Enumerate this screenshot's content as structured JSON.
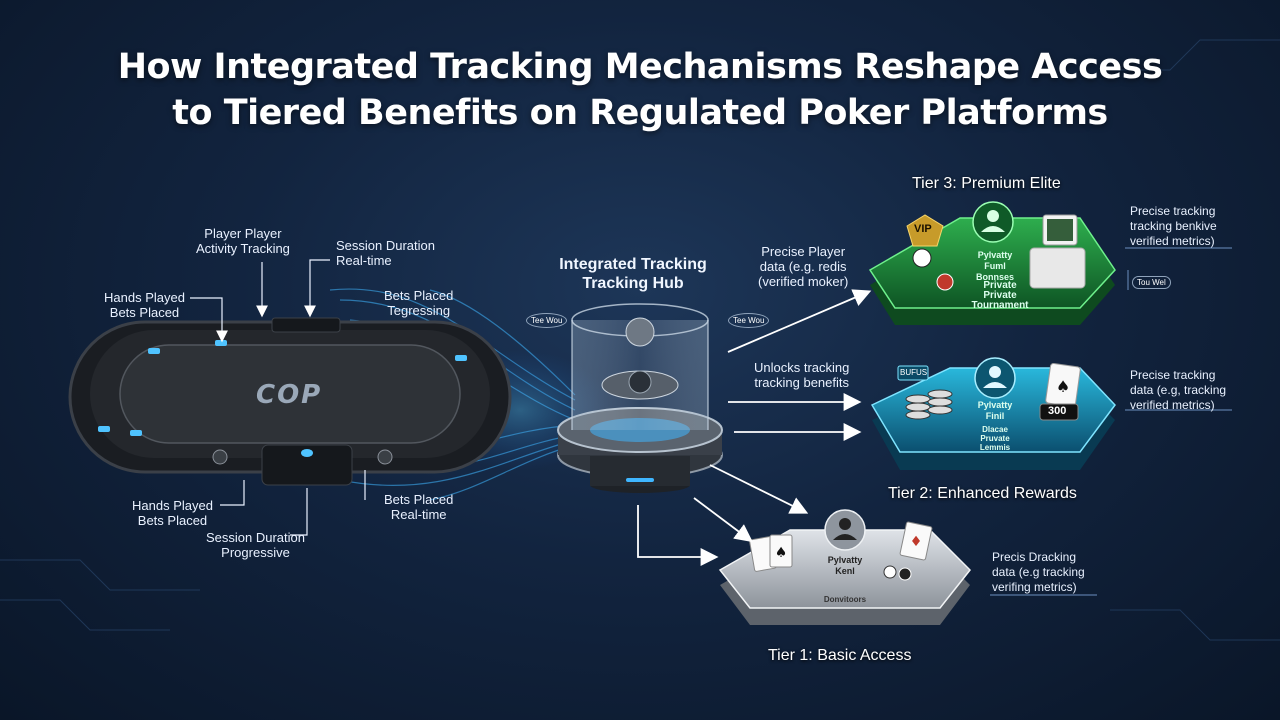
{
  "title": {
    "line1": "How Integrated Tracking Mechanisms Reshape Access",
    "line2": "to Tiered Benefits on Regulated Poker Platforms"
  },
  "table": {
    "logo_text": "COP",
    "labels": {
      "player_activity": [
        "Player Player",
        "Activity Tracking"
      ],
      "session_top": [
        "Session Duration",
        "Real-time"
      ],
      "hands_top": [
        "Hands Played",
        "Bets Placed"
      ],
      "bets_top": [
        "Bets Placed",
        "Tegressing"
      ],
      "hands_bottom": [
        "Hands Played",
        "Bets Placed"
      ],
      "bets_bottom": [
        "Bets Placed",
        "Real-time"
      ],
      "session_bottom": [
        "Session Duration",
        "Progressive"
      ]
    }
  },
  "hub": {
    "title": [
      "Integrated Tracking",
      "Tracking Hub"
    ],
    "tag_left": "Tee Wou",
    "tag_right": "Tee Wou"
  },
  "flows": {
    "to_tier3": [
      "Precise Player",
      "data (e.g. redis",
      "(verified moker)"
    ],
    "to_tier2": [
      "Unlocks tracking",
      "tracking benefits"
    ]
  },
  "tiers": {
    "tier3": {
      "title": "Tier 3: Premium Elite",
      "vip": "VIP",
      "plate_lines": [
        "Pylvatty",
        "Fuml",
        "Bonnses"
      ],
      "plate_lines2": [
        "Private",
        "Private",
        "Tournament"
      ],
      "note": [
        "Precise tracking",
        "tracking benkive",
        "verified metrics)"
      ],
      "tag": "Tou Wel"
    },
    "tier2": {
      "title": "Tier 2: Enhanced Rewards",
      "badge": "BUFUS",
      "chip_value": "300",
      "plate_lines": [
        "Pylvatty",
        "Finil"
      ],
      "plate_lines2": [
        "Dlacae",
        "Pruvate",
        "Lemmis"
      ],
      "note": [
        "Precise tracking",
        "data (e.g, tracking",
        "verified metrics)"
      ]
    },
    "tier1": {
      "title": "Tier 1: Basic Access",
      "plate_lines": [
        "Pylvatty",
        "Kenl"
      ],
      "plate_footer": "Donvitoors",
      "note": [
        "Precis Dracking",
        "data (e.g tracking",
        "verifing metrics)"
      ]
    }
  },
  "colors": {
    "background": "#12243f",
    "tier3": "#1f8a3a",
    "tier2": "#1fa7c9",
    "tier1": "#b9bec6",
    "glow": "#3fb6ff"
  }
}
